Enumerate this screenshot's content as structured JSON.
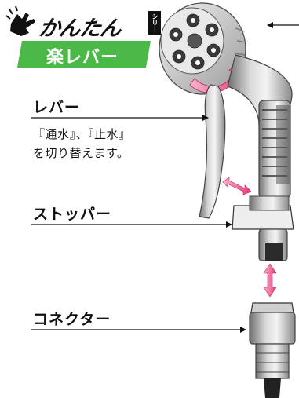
{
  "logo": {
    "wordmark": "かんたん",
    "series": "シリーズ",
    "subtitle": "楽レバー",
    "banner_color": "#4cb848"
  },
  "callouts": [
    {
      "label": "レバー"
    },
    {
      "label": "ストッパー"
    },
    {
      "label": "コネクター"
    }
  ],
  "lever_description": {
    "line1": "『通水』、『止水』",
    "line2": "を切り替えます。"
  },
  "colors": {
    "accent_arrow": "#e6397a",
    "accent_arrow_light": "#f7b6cf",
    "line": "#111111"
  },
  "icons": [
    "thumbs-up-hand-icon",
    "rotation-arrow-icon",
    "double-arrow-icon"
  ]
}
